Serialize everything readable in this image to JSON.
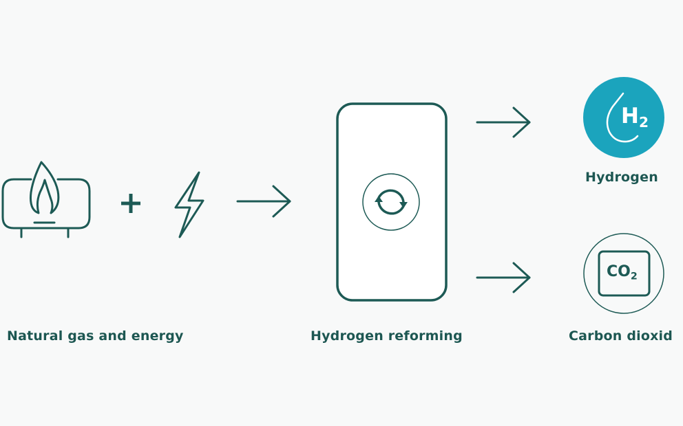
{
  "colors": {
    "primary": "#1d5a55",
    "accent": "#1ba4bd",
    "background": "#f8f9f9"
  },
  "labels": {
    "input": "Natural gas and energy",
    "process": "Hydrogen reforming",
    "output_hydrogen": "Hydrogen",
    "output_co2": "Carbon dioxid"
  },
  "icons": {
    "h2_symbol": "H",
    "h2_subscript": "2",
    "co2_symbol": "CO",
    "co2_subscript": "2",
    "plus": "+"
  }
}
